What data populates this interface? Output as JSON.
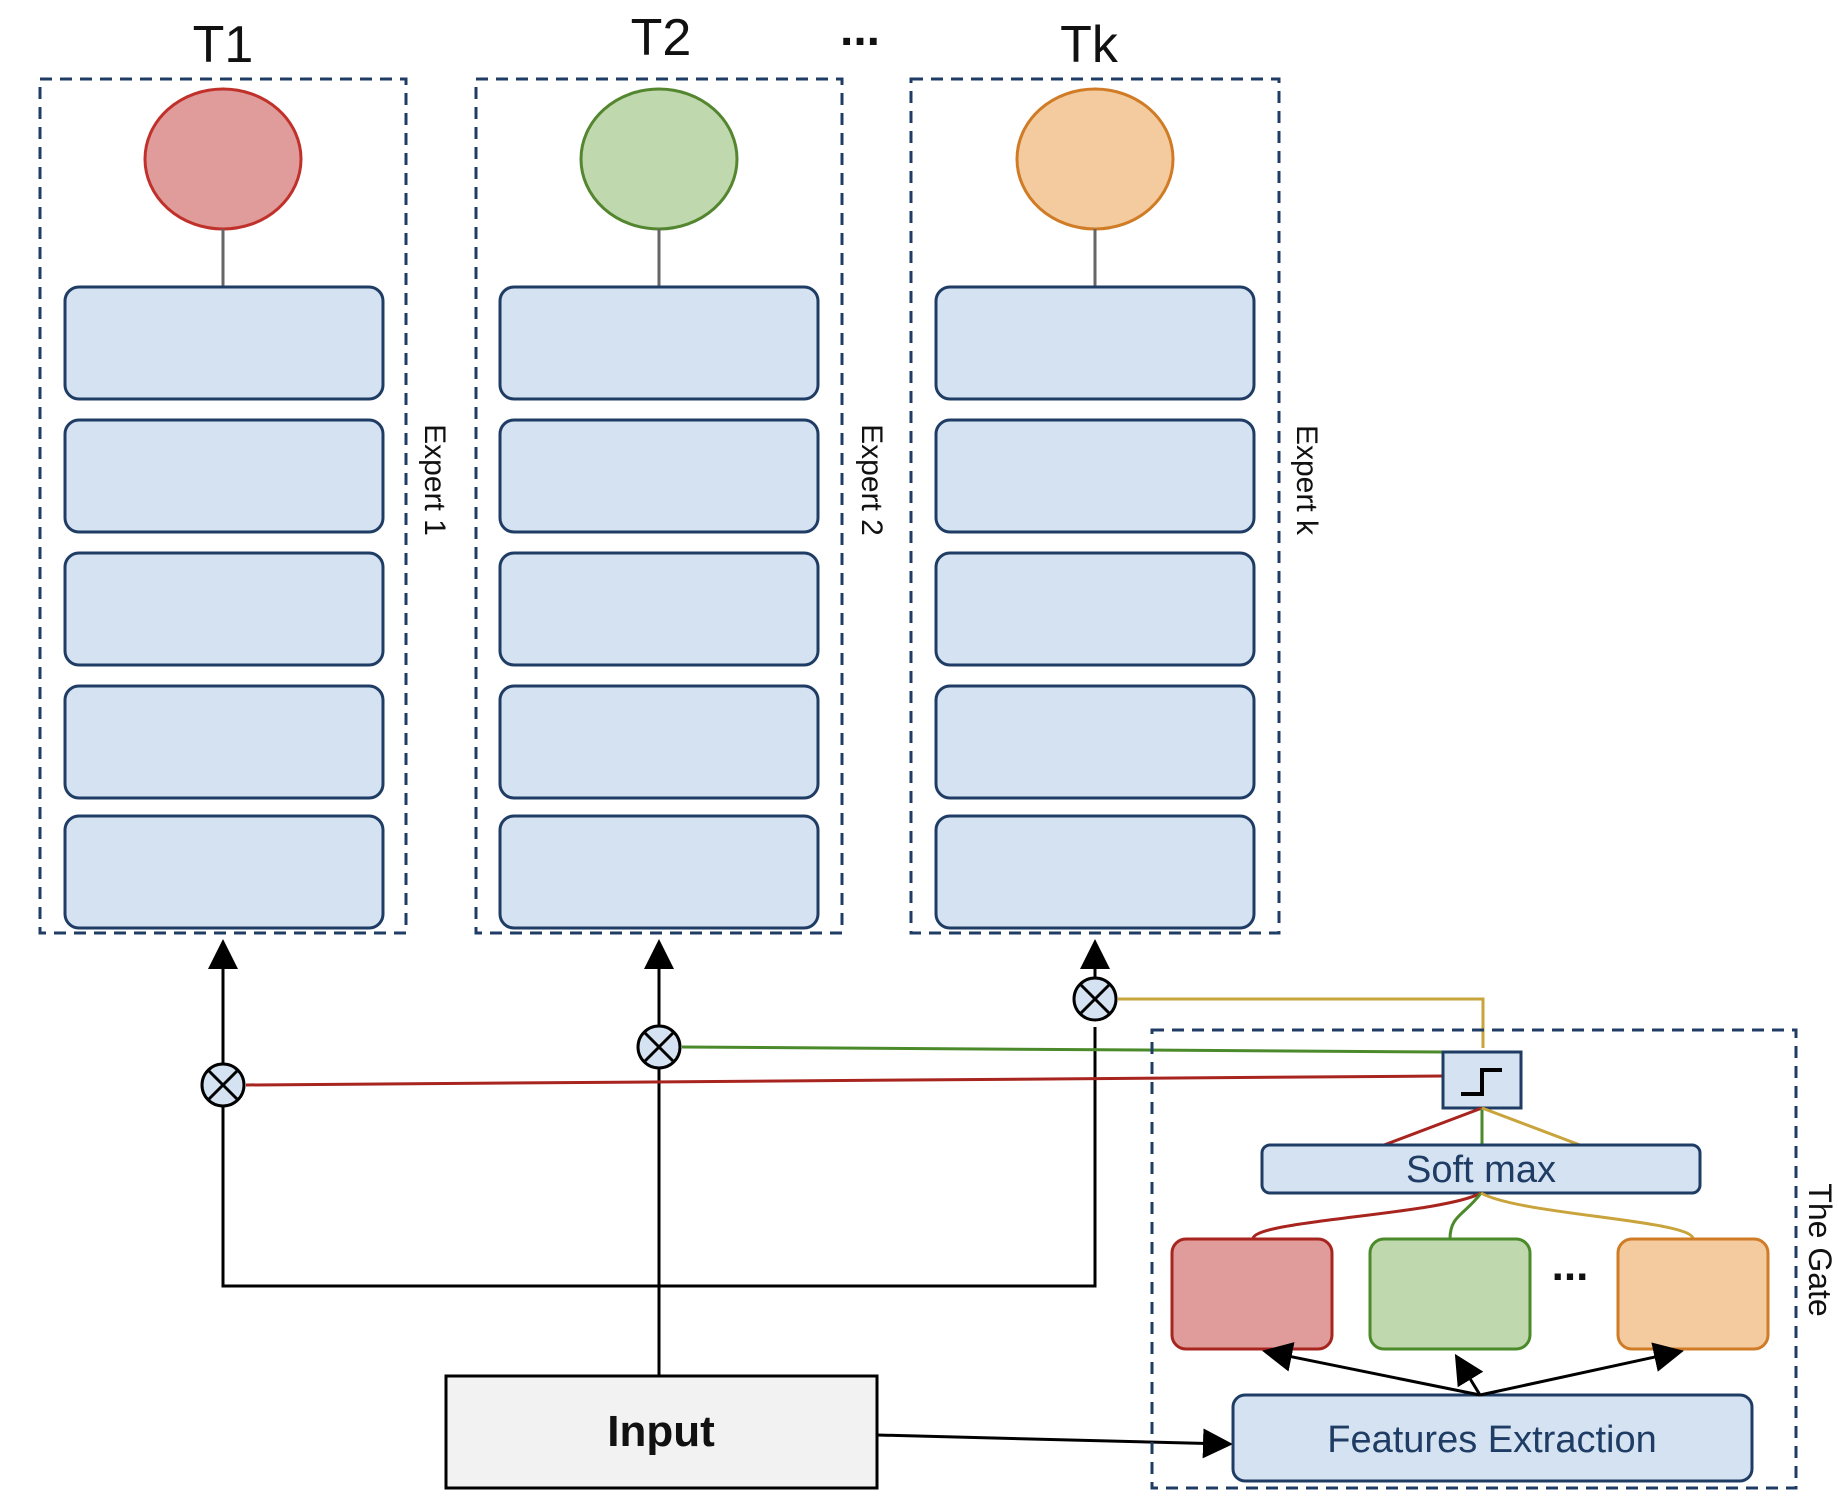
{
  "experts": [
    {
      "task_label": "T1",
      "expert_label": "Expert 1",
      "color_fill": "#e09c9a",
      "color_stroke": "#c0312b"
    },
    {
      "task_label": "T2",
      "expert_label": "Expert 2",
      "color_fill": "#bfd8ad",
      "color_stroke": "#53862f"
    },
    {
      "task_label": "Tk",
      "expert_label": "Expert k",
      "color_fill": "#f3cb9e",
      "color_stroke": "#d07b26"
    }
  ],
  "experts_ellipsis": "...",
  "layers_per_expert": 5,
  "gate": {
    "label": "The Gate",
    "softmax_label": "Soft max",
    "features_label": "Features Extraction",
    "gate_ellipsis": "...",
    "line_colors": {
      "red": "#a8241e",
      "green": "#4b8a2a",
      "gold": "#c9a43c"
    }
  },
  "input": {
    "label": "Input"
  },
  "colors": {
    "layer_fill": "#d4e2f1",
    "layer_stroke": "#1f3c64",
    "dash_stroke": "#1f3c64"
  }
}
